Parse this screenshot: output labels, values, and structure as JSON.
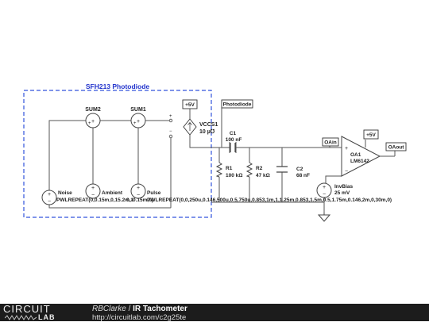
{
  "schematic": {
    "group_label": "SFH213 Photodiode",
    "sum2": "SUM2",
    "sum1": "SUM1",
    "plus5v_a": "+5V",
    "plus5v_b": "+5V",
    "vccs_name": "VCCS1",
    "vccs_value": "10 µ℧",
    "photodiode_tag": "Photodiode",
    "c1_name": "C1",
    "c1_value": "100 nF",
    "r1_name": "R1",
    "r1_value": "100 kΩ",
    "r2_name": "R2",
    "r2_value": "47 kΩ",
    "c2_name": "C2",
    "c2_value": "68 nF",
    "oain_tag": "OAin",
    "oaout_tag": "OAout",
    "oa_name": "OA1",
    "oa_model": "LM6142",
    "invbias_name": "InvBias",
    "invbias_value": "25 mV",
    "noise_name": "Noise",
    "ambient_name": "Ambient",
    "pulse_name": "Pulse",
    "noise_expr": "PWLREPEAT(0,0.15m,0,15.2m,-0.15m,0)",
    "ambient_expr": "0.1",
    "pulse_expr": "PWLREPEAT(0,0,250u,0.146,500u,0.5,750u,0.853,1m,1,1.25m,0.853,1.5m,0.5,1.75m,0.146,2m,0,30m,0)"
  },
  "footer": {
    "logo_top": "CIRCUIT",
    "logo_bottom": "LAB",
    "author": "RBClarke",
    "separator": " / ",
    "project": "IR Tachometer",
    "url": "http://circuitlab.com/c2g25te"
  }
}
